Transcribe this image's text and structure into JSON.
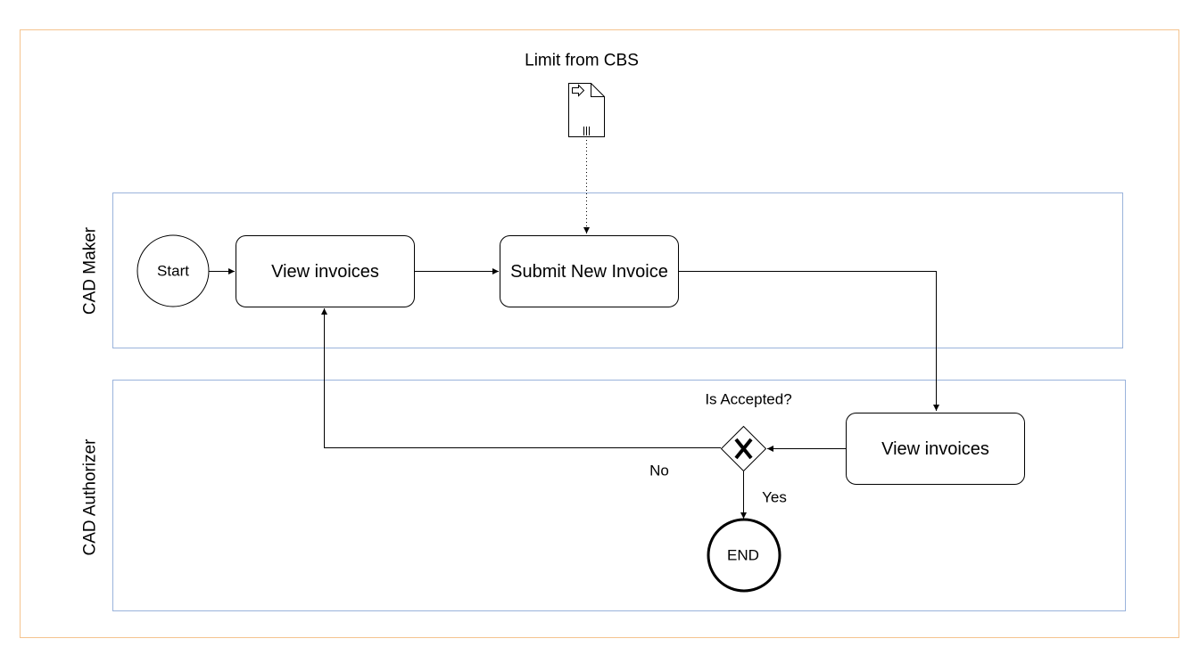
{
  "diagram": {
    "colors": {
      "outer_border": "#f5c48f",
      "lane_border": "#9ab3db",
      "stroke": "#000000",
      "background": "#ffffff"
    },
    "lanes": [
      {
        "label": "CAD Maker"
      },
      {
        "label": "CAD Authorizer"
      }
    ],
    "data_object": {
      "label": "Limit from CBS",
      "icon": "document-icon"
    },
    "events": {
      "start": "Start",
      "end": "END"
    },
    "tasks": {
      "maker_view": "View invoices",
      "submit": "Submit New Invoice",
      "authorizer_view": "View invoices"
    },
    "gateway": {
      "label": "Is Accepted?",
      "type": "exclusive",
      "icon": "x-icon",
      "no_label": "No",
      "yes_label": "Yes"
    }
  }
}
